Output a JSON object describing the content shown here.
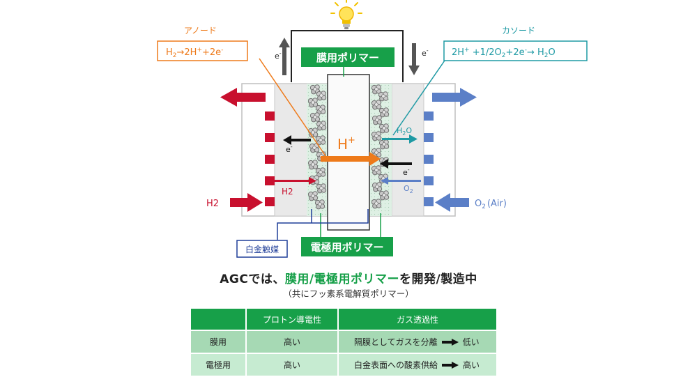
{
  "anode": {
    "title": "アノード",
    "reaction_html": "H<tspan dy='3' font-size='9'>2</tspan><tspan dy='-3'>→2H</tspan><tspan dy='-5' font-size='9'>+</tspan><tspan dy='5'>+2e</tspan><tspan dy='-5' font-size='9'>-</tspan>"
  },
  "cathode": {
    "title": "カソード"
  },
  "labels": {
    "membrane_polymer": "膜用ポリマー",
    "electrode_polymer": "電極用ポリマー",
    "platinum_catalyst": "白金触媒",
    "proton": "H",
    "proton_sup": "+",
    "electron": "e",
    "electron_sup": "-",
    "h2_inlet": "H2",
    "h2_inner": "H2",
    "o2_inlet": "O",
    "o2_inlet_sub": "2",
    "o2_inlet_tail": "(Air)",
    "o2_inner": "O",
    "o2_inner_sub": "2",
    "h2o": "H",
    "h2o_sub": "2",
    "h2o_tail": "O"
  },
  "caption": {
    "prefix": "AGCでは、",
    "highlight": "膜用/電極用ポリマー",
    "suffix": "を開発/製造中",
    "sub": "（共にフッ素系電解質ポリマー）"
  },
  "table": {
    "headers": [
      "",
      "プロトン導電性",
      "ガス透過性"
    ],
    "rows": [
      {
        "name": "膜用",
        "conductivity": "高い",
        "permeability_pre": "隔膜としてガスを分離",
        "permeability_result": "低い"
      },
      {
        "name": "電極用",
        "conductivity": "高い",
        "permeability_pre": "白金表面への酸素供給",
        "permeability_result": "高い"
      }
    ]
  },
  "colors": {
    "anode": "#ee7a1a",
    "cathode": "#1e9aa4",
    "h2": "#c8102e",
    "o2": "#5b7fc7",
    "polymer_green": "#17a049",
    "proton_arrow": "#ee7a1a",
    "catalyst_blue": "#1f3e99"
  }
}
